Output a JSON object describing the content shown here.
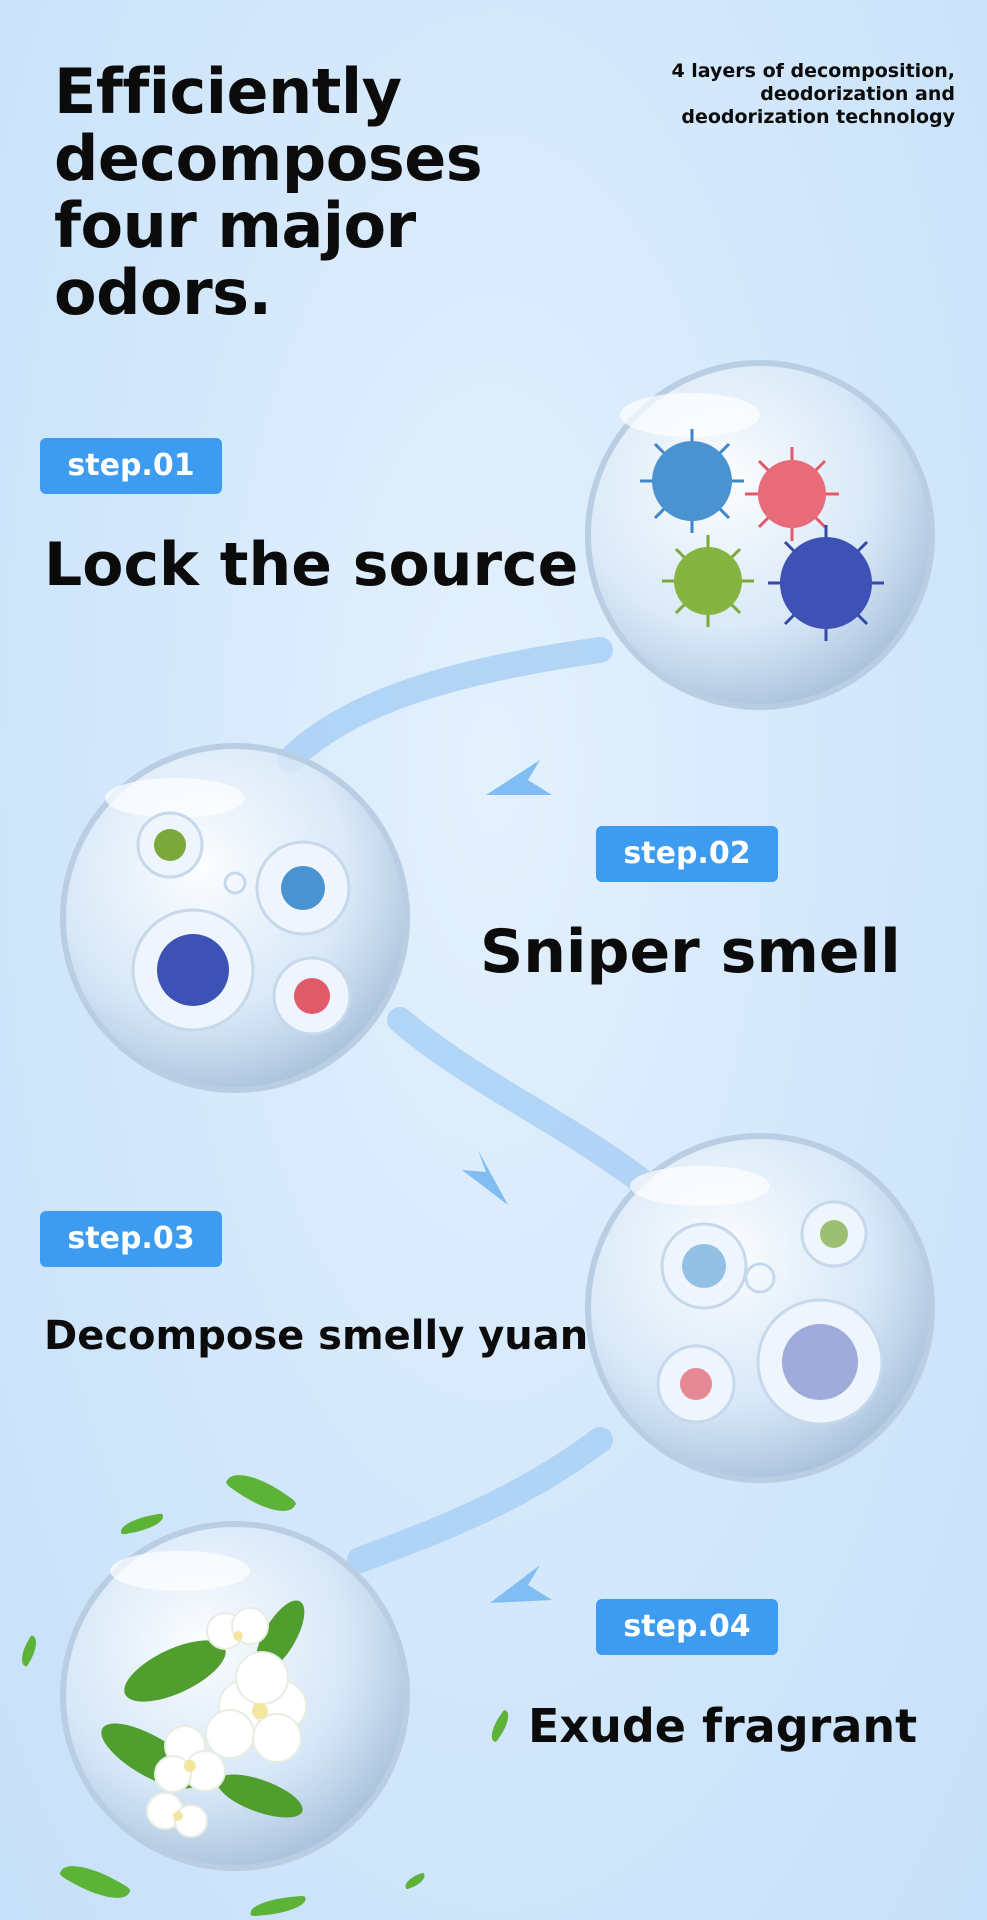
{
  "header": {
    "title": "Efficiently decomposes four major odors.",
    "subtitle": "4 layers of decomposition, deodorization and deodorization technology"
  },
  "steps": [
    {
      "badge": "step.01",
      "title": "Lock the source"
    },
    {
      "badge": "step.02",
      "title": "Sniper smell"
    },
    {
      "badge": "step.03",
      "title": "Decompose smelly yuan"
    },
    {
      "badge": "step.04",
      "title": "Exude fragrant"
    }
  ],
  "colors": {
    "background": "#d4e8fb",
    "badge": "#3d9cf0",
    "text": "#0b0b0b",
    "flow": "#a9d0f5",
    "virus_blue": "#3f86c6",
    "virus_red": "#e05a6a",
    "virus_green": "#7aa83a",
    "virus_navy": "#3348a8",
    "leaf": "#5cb337",
    "flower": "#ffffff"
  },
  "illustrations": [
    "virus-cluster-bubble-icon",
    "virus-cells-bubble-icon",
    "dissolving-particles-bubble-icon",
    "jasmine-flower-bubble-icon"
  ]
}
